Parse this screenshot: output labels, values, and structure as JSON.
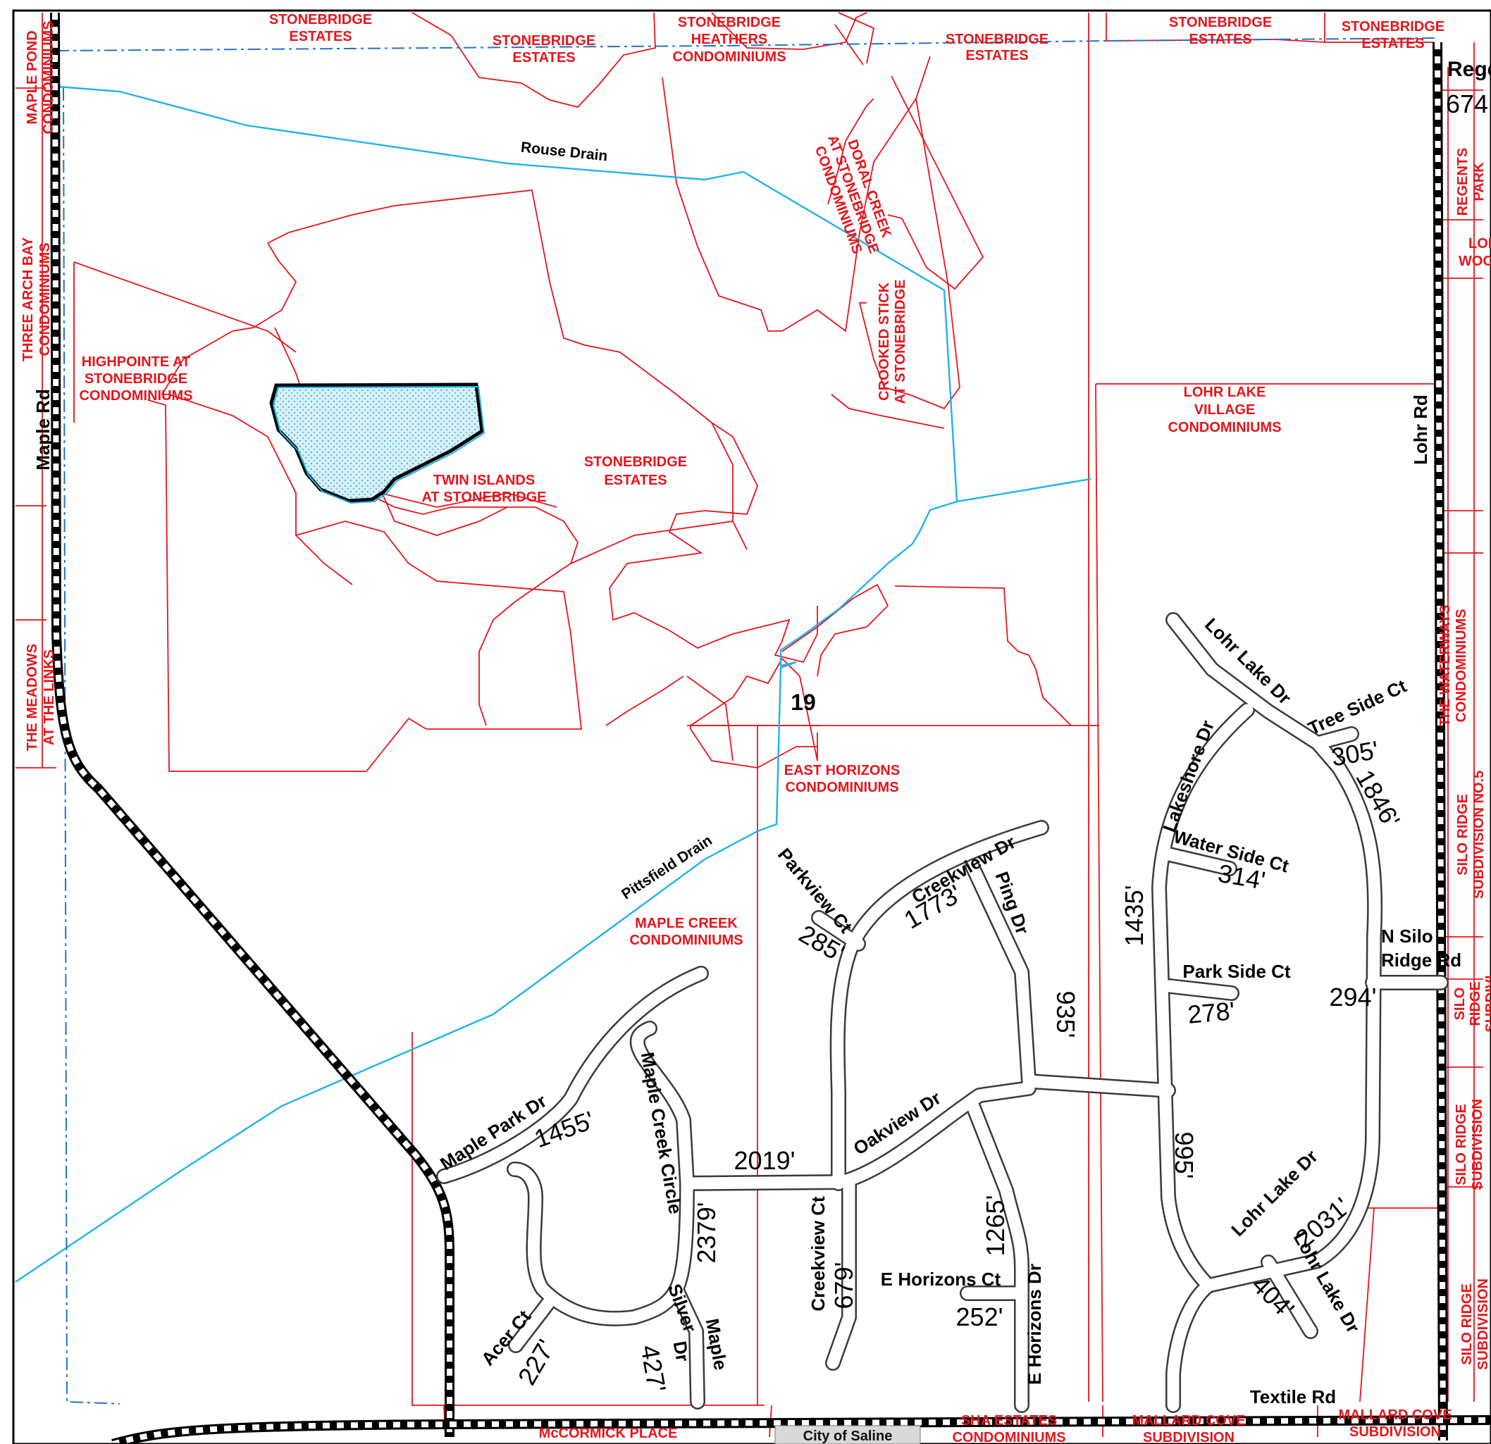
{
  "section_number": "19",
  "colors": {
    "subdivision": "#e8141b",
    "drain": "#1fb3ea",
    "pond_fill": "#bfe7f3",
    "road": "#000000"
  },
  "roads": {
    "maple_rd": "Maple Rd",
    "lohr_rd": "Lohr Rd",
    "textile_rd": "Textile Rd",
    "lohr_lake_dr_n": "Lohr Lake Dr",
    "lohr_lake_dr_s": "Lohr Lake Dr",
    "lohr_lake_dr_se": "Lohr Lake Dr",
    "tree_side_ct": "Tree Side Ct",
    "lakeshore_dr": "Lakeshore Dr",
    "water_side_ct": "Water Side Ct",
    "park_side_ct": "Park Side Ct",
    "n_silo_ridge_rd_1": "N Silo",
    "n_silo_ridge_rd_2": "Ridge Rd",
    "creekview_dr": "Creekview Dr",
    "parkview_ct": "Parkview Ct",
    "ping_dr": "Ping Dr",
    "oakview_dr": "Oakview Dr",
    "creekview_ct": "Creekview Ct",
    "e_horizons_ct": "E Horizons Ct",
    "e_horizons_dr": "E Horizons Dr",
    "maple_park_dr": "Maple Park Dr",
    "maple_creek_circle": "Maple Creek Circle",
    "acer_ct": "Acer Ct",
    "silver_maple_1": "Silver",
    "silver_maple_2": "Maple",
    "silver_maple_3": "Dr",
    "regents_cut": "Rege"
  },
  "lengths": {
    "tree_side": "305'",
    "lohr_lake_n": "1846'",
    "water_side": "314'",
    "lakeshore": "1435'",
    "park_side": "278'",
    "n_silo": "294'",
    "creekview": "1773'",
    "parkview": "285'",
    "ping": "935'",
    "lohr_lake_w": "995'",
    "lohr_lake_e": "2031'",
    "lohr_lake_ct": "404'",
    "oakview": "2019'",
    "maple_park": "1455'",
    "maple_creek": "2379'",
    "e_horizons": "1265'",
    "e_horizons_ct": "252'",
    "creekview_ct": "679'",
    "acer": "227'",
    "silver_maple": "427'",
    "regents_cut": "674"
  },
  "drains": {
    "rouse": "Rouse Drain",
    "pittsfield": "Pittsfield Drain"
  },
  "subdivisions": {
    "stonebridge_estates_1a": "STONEBRIDGE",
    "stonebridge_estates_1b": "ESTATES",
    "stonebridge_estates_2a": "STONEBRIDGE",
    "stonebridge_estates_2b": "ESTATES",
    "heathers_a": "STONEBRIDGE",
    "heathers_b": "HEATHERS",
    "heathers_c": "CONDOMINIUMS",
    "stonebridge_estates_3a": "STONEBRIDGE",
    "stonebridge_estates_3b": "ESTATES",
    "stonebridge_estates_4a": "STONEBRIDGE",
    "stonebridge_estates_4b": "ESTATES",
    "stonebridge_estates_5a": "STONEBRIDGE",
    "stonebridge_estates_5b": "ESTATES",
    "stonebridge_estates_6a": "STONEBRIDGE",
    "stonebridge_estates_6b": "ESTATES",
    "maple_pond_a": "MAPLE POND",
    "maple_pond_b": "CONDOMINIUMS",
    "three_arch_bay_a": "THREE ARCH BAY",
    "three_arch_bay_b": "CONDOMINIUMS",
    "highpointe_a": "HIGHPOINTE AT",
    "highpointe_b": "STONEBRIDGE",
    "highpointe_c": "CONDOMINIUMS",
    "twin_islands_a": "TWIN ISLANDS",
    "twin_islands_b": "AT STONEBRIDGE",
    "doral_a": "DORAL CREEK",
    "doral_b": "AT STONEBRIDGE",
    "doral_c": "CONDOMINIUMS",
    "crooked_a": "CROOKED STICK",
    "crooked_b": "AT STONEBRIDGE",
    "regents_a": "REGENTS",
    "regents_b": "PARK",
    "lohr_woods_a": "LOHR",
    "lohr_woods_b": "WOOD",
    "lohr_lake_village_a": "LOHR LAKE",
    "lohr_lake_village_b": "VILLAGE",
    "lohr_lake_village_c": "CONDOMINIUMS",
    "meadows_a": "THE MEADOWS",
    "meadows_b": "AT THE LINKS",
    "east_horizons_a": "EAST HORIZONS",
    "east_horizons_b": "CONDOMINIUMS",
    "maple_creek_a": "MAPLE CREEK",
    "maple_creek_b": "CONDOMINIUMS",
    "waterways_a": "THE WATERWAYS",
    "waterways_b": "CONDOMINIUMS",
    "silo5_a": "SILO RIDGE",
    "silo5_b": "SUBDIVISION NO.5",
    "silo_mid_a": "SILO",
    "silo_mid_b": "RIDGE",
    "silo_mid_c": "SUBDIVI",
    "silo_low_a": "SILO RIDGE",
    "silo_low_b": "SUBDIVISION",
    "silo_bot_a": "SILO RIDGE",
    "silo_bot_b": "SUBDIVISION",
    "mccormick": "McCORMICK PLACE",
    "city_saline": "City of Saline",
    "sha_estates_a": "SHA ESTATES",
    "sha_estates_b": "CONDOMINIUMS",
    "mallard_1a": "MALLARD COVE",
    "mallard_1b": "SUBDIVISION",
    "mallard_2a": "MALLARD COVE",
    "mallard_2b": "SUBDIVISION"
  }
}
